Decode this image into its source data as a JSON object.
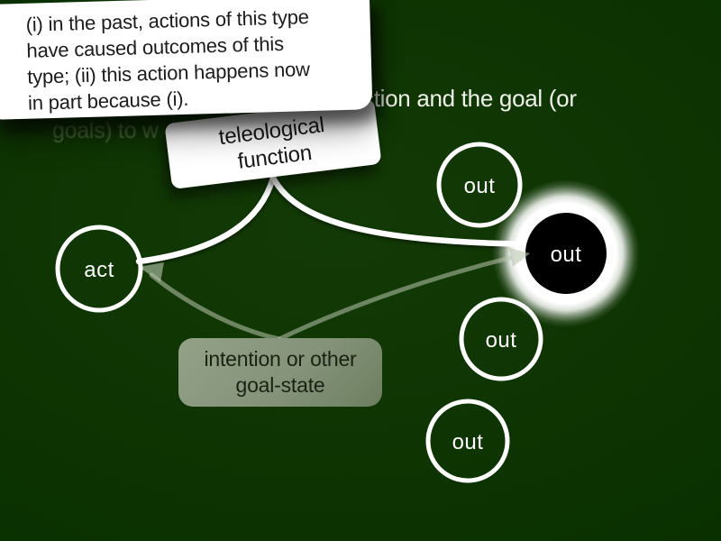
{
  "slide": {
    "type": "presentation-slide-with-diagram",
    "background_text": {
      "visible_fragment": "ction and the goal (or",
      "obscured_fragment": "goals) to w"
    }
  },
  "tooltip": {
    "lines": [
      "(i) in the past, actions of this type",
      "have caused outcomes of this",
      "type; (ii) this action happens now",
      "in part because (i)."
    ]
  },
  "labels": {
    "teleological_line1": "teleological",
    "teleological_line2": "function",
    "intention_line1": "intention or other",
    "intention_line2": "goal-state"
  },
  "nodes": {
    "act": {
      "label": "act"
    },
    "out_top": {
      "label": "out"
    },
    "out_black": {
      "label": "out"
    },
    "out_mid": {
      "label": "out"
    },
    "out_bottom": {
      "label": "out"
    }
  },
  "colors": {
    "background": "#0d3302",
    "background_edge": "#041d00",
    "node_stroke": "#ffffff",
    "black_node_fill": "#000000",
    "glow": "#ffffff",
    "white_arrow": "#ffffff",
    "faint_arrow": "#b9c6af",
    "tooltip_bg": "#ffffff",
    "tooltip_text": "#1c1c1c",
    "teleological_box_bg": "#ffffff",
    "intention_box_bg": "#84937a",
    "slide_text": "#eef2e8"
  }
}
